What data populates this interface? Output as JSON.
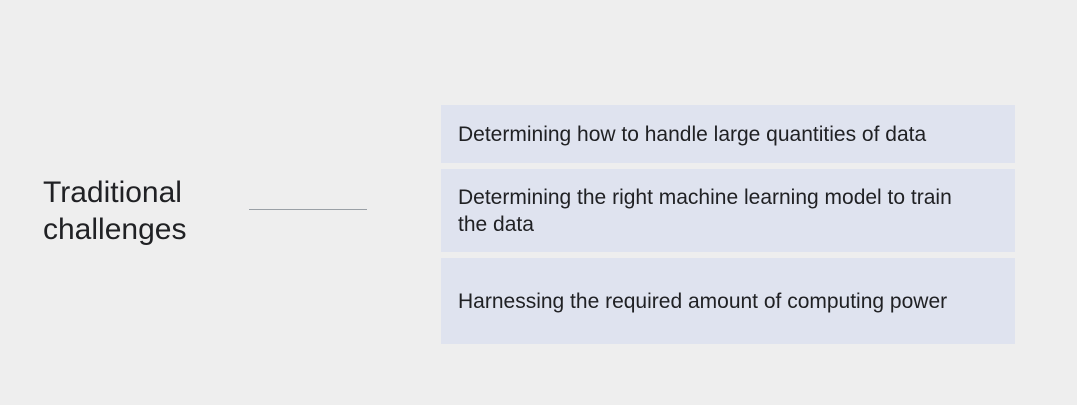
{
  "slide": {
    "heading": "Traditional\nchallenges",
    "items": [
      {
        "text": "Determining how to handle large quantities of data"
      },
      {
        "text": "Determining the right machine learning model to train the data"
      },
      {
        "text": "Harnessing the required amount of computing power"
      }
    ]
  },
  "colors": {
    "background": "#eeeeee",
    "item_background": "#dfe3ef",
    "text": "#202124",
    "connector": "#9aa0a6"
  }
}
